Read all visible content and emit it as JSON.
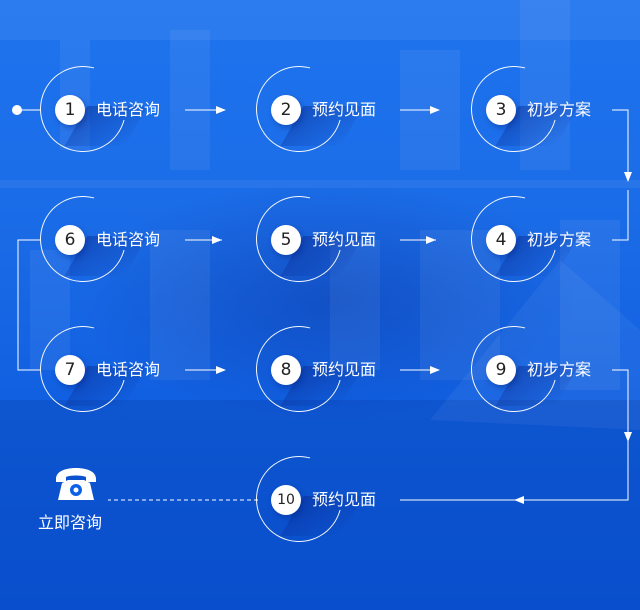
{
  "steps": [
    {
      "num": "1",
      "label": "电话咨询"
    },
    {
      "num": "2",
      "label": "预约见面"
    },
    {
      "num": "3",
      "label": "初步方案"
    },
    {
      "num": "4",
      "label": "初步方案"
    },
    {
      "num": "5",
      "label": "预约见面"
    },
    {
      "num": "6",
      "label": "电话咨询"
    },
    {
      "num": "7",
      "label": "电话咨询"
    },
    {
      "num": "8",
      "label": "预约见面"
    },
    {
      "num": "9",
      "label": "初步方案"
    },
    {
      "num": "10",
      "label": "预约见面"
    }
  ],
  "cta": {
    "label": "立即咨询",
    "icon": "telephone-icon"
  },
  "colors": {
    "background": "#0b62e6",
    "line": "#ffffff",
    "badge": "#ffffff"
  }
}
